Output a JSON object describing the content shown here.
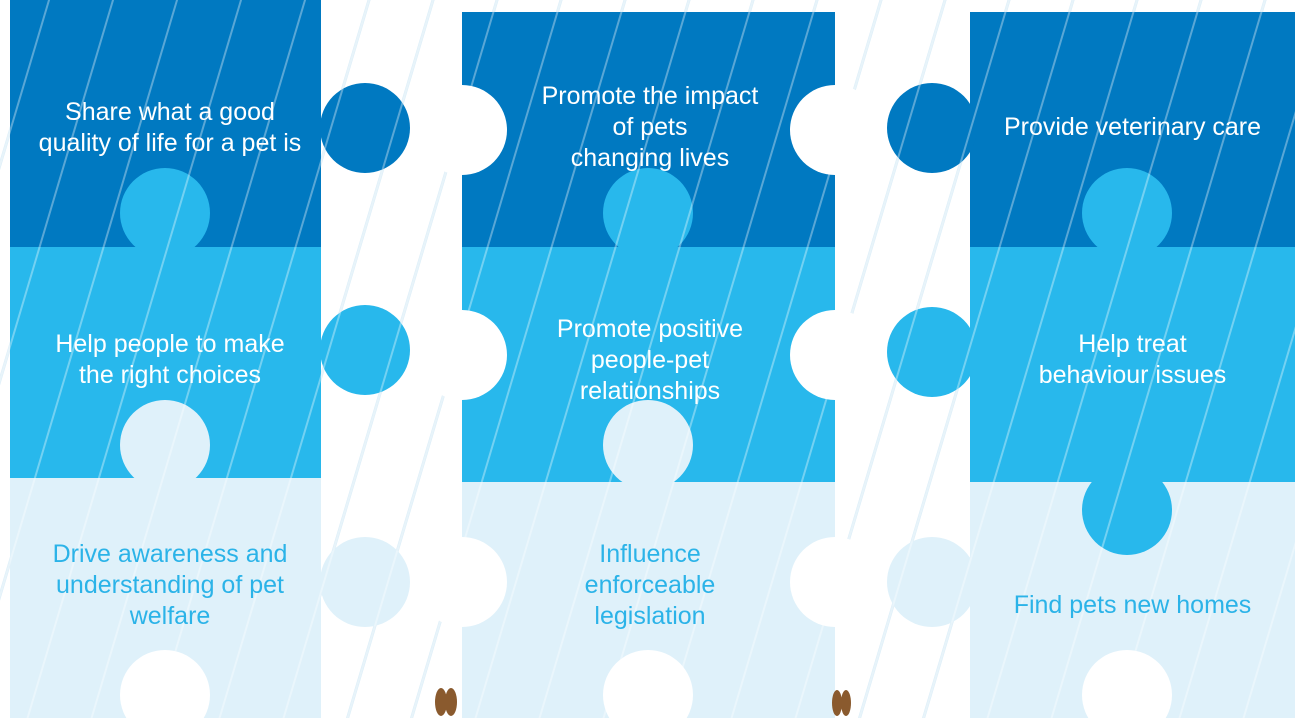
{
  "colors": {
    "dark": "#0079c1",
    "mid": "#28b8ec",
    "light": "#dff1fa",
    "text_light_on_dark": "#ffffff",
    "text_on_light": "#2bb3e8",
    "stripe": "#dceef8",
    "ear": "#8a5a2e"
  },
  "columns": [
    {
      "pieces": [
        {
          "label": "Share what a good\nquality of life for a pet is"
        },
        {
          "label": "Help people to make\nthe right choices"
        },
        {
          "label": "Drive awareness and\nunderstanding of pet\nwelfare"
        }
      ]
    },
    {
      "pieces": [
        {
          "label": "Promote the impact\nof pets\nchanging lives"
        },
        {
          "label": "Promote positive\npeople-pet\nrelationships"
        },
        {
          "label": "Influence\nenforceable\nlegislation"
        }
      ]
    },
    {
      "pieces": [
        {
          "label": "Provide veterinary care"
        },
        {
          "label": "Help treat\nbehaviour issues"
        },
        {
          "label": "Find pets new homes"
        }
      ]
    }
  ]
}
